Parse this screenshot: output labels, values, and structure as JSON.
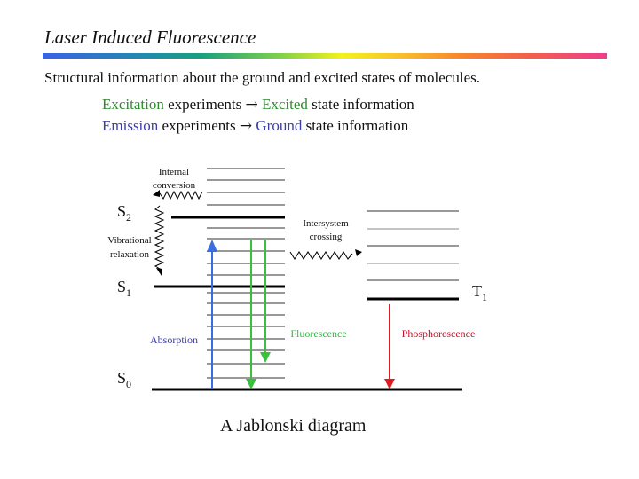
{
  "slide": {
    "title": "Laser Induced Fluorescence",
    "subtitle": "Structural information about the ground and excited states of molecules.",
    "lines": [
      {
        "term": "Excitation",
        "middle": " experiments ",
        "arrow": "→",
        "target": "Excited",
        "rest": " state information",
        "color": "#2e8b2e"
      },
      {
        "term": "Emission",
        "middle": " experiments ",
        "arrow": "→",
        "target": "Ground",
        "rest": " state information",
        "color": "#3d3da8"
      }
    ],
    "caption": "A Jablonski diagram"
  },
  "diagram": {
    "states": {
      "s0": {
        "label": "S",
        "sub": "0"
      },
      "s1": {
        "label": "S",
        "sub": "1"
      },
      "s2": {
        "label": "S",
        "sub": "2"
      },
      "t1": {
        "label": "T",
        "sub": "1"
      }
    },
    "labels": {
      "internal_conversion_1": "Internal",
      "internal_conversion_2": "conversion",
      "vibrational_relaxation_1": "Vibrational",
      "vibrational_relaxation_2": "relaxation",
      "intersystem_crossing_1": "Intersystem",
      "intersystem_crossing_2": "crossing",
      "absorption": "Absorption",
      "fluorescence": "Fluorescence",
      "phosphorescence": "Phosphorescence"
    },
    "colors": {
      "absorption": "#3a6ee0",
      "fluorescence": "#3cbf3c",
      "phosphorescence": "#e01b24",
      "absorption_text": "#3d3da8",
      "fluorescence_text": "#3cb44b",
      "phosphorescence_text": "#d0102a",
      "rainbow_start": "#3a63e6",
      "rainbow_mid": "#f3f21a",
      "rainbow_end": "#f03c8d"
    }
  }
}
